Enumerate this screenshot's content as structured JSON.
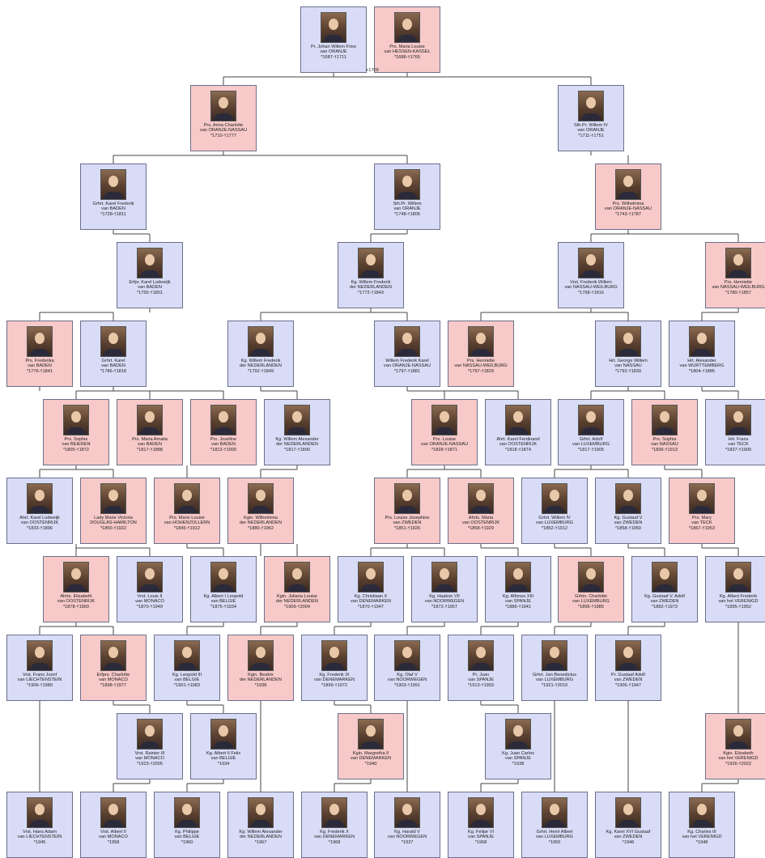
{
  "marriage_label": "+1709",
  "people": [
    {
      "id": "n1",
      "sex": "m",
      "name": "Pr. Johan Willem Friso",
      "house": "van ORANJE",
      "dates": "*1687-†1711"
    },
    {
      "id": "n2",
      "sex": "f",
      "name": "Prs. Maria Louise",
      "house": "van HESSEN-KASSEL",
      "dates": "*1688-†1765"
    },
    {
      "id": "n3",
      "sex": "f",
      "name": "Prs. Anna Charlotte",
      "house": "van ORANJE-NASSAU",
      "dates": "*1710-†1777"
    },
    {
      "id": "n4",
      "sex": "m",
      "name": "Sth.Pr. Willem IV",
      "house": "van ORANJE",
      "dates": "*1711-†1751"
    },
    {
      "id": "n5",
      "sex": "m",
      "name": "Grhrt. Karel Frederik",
      "house": "van BADEN",
      "dates": "*1728-†1811"
    },
    {
      "id": "n6",
      "sex": "m",
      "name": "Sth.Pr. Willem",
      "house": "van ORANJE",
      "dates": "*1748-†1806"
    },
    {
      "id": "n7",
      "sex": "f",
      "name": "Prs. Wilhelmina",
      "house": "van ORANJE-NASSAU",
      "dates": "*1743-†1787"
    },
    {
      "id": "n8",
      "sex": "m",
      "name": "Erfpr. Karel Lodewijk",
      "house": "van BADEN",
      "dates": "*1755-†1801"
    },
    {
      "id": "n9",
      "sex": "m",
      "name": "Kg. Willem Frederik",
      "house": "der NEDERLANDEN",
      "dates": "*1772-†1843"
    },
    {
      "id": "n10",
      "sex": "m",
      "name": "Vrst. Frederik Willem",
      "house": "van NASSAU-WEILBURG",
      "dates": "*1768-†1816"
    },
    {
      "id": "n11",
      "sex": "f",
      "name": "Prs. Henriette",
      "house": "van NASSAU-WEILBURG",
      "dates": "*1780-†1857"
    },
    {
      "id": "n12",
      "sex": "f",
      "name": "Prs. Frederika",
      "house": "van BADEN",
      "dates": "*1776-†1841"
    },
    {
      "id": "n13",
      "sex": "m",
      "name": "Grhrt. Karel",
      "house": "van BADEN",
      "dates": "*1786-†1818"
    },
    {
      "id": "n14",
      "sex": "m",
      "name": "Kg. Willem Frederik",
      "house": "der NEDERLANDEN",
      "dates": "*1792-†1849"
    },
    {
      "id": "n15",
      "sex": "m",
      "name": "Willem Frederik Karel",
      "house": "van ORANJE-NASSAU",
      "dates": "*1797-†1881"
    },
    {
      "id": "n16",
      "sex": "f",
      "name": "Prs. Henriette",
      "house": "van NASSAU-WEILBURG",
      "dates": "*1797-†1829"
    },
    {
      "id": "n17",
      "sex": "m",
      "name": "Hrt. George Willem",
      "house": "van NASSAU",
      "dates": "*1792-†1839"
    },
    {
      "id": "n18",
      "sex": "m",
      "name": "Hrt. Alexander",
      "house": "van WURTTEMBERG",
      "dates": "*1804-†1885"
    },
    {
      "id": "n19",
      "sex": "f",
      "name": "Prs. Sophie",
      "house": "van BEIEREN",
      "dates": "*1805-†1872"
    },
    {
      "id": "n20",
      "sex": "f",
      "name": "Prs. Maria Amalia",
      "house": "van BADEN",
      "dates": "*1817-†1888"
    },
    {
      "id": "n21",
      "sex": "f",
      "name": "Prs. Josefine",
      "house": "van BADEN",
      "dates": "*1813-†1900"
    },
    {
      "id": "n22",
      "sex": "m",
      "name": "Kg. Willem Alexander",
      "house": "der NEDERLANDEN",
      "dates": "*1817-†1890"
    },
    {
      "id": "n23",
      "sex": "f",
      "name": "Prs. Louise",
      "house": "van ORANJE-NASSAU",
      "dates": "*1828-†1871"
    },
    {
      "id": "n24",
      "sex": "m",
      "name": "Ahrt. Karel Ferdinand",
      "house": "van OOSTENRIJK",
      "dates": "*1818-†1874"
    },
    {
      "id": "n25",
      "sex": "m",
      "name": "Grhrt. Adolf",
      "house": "van LUXEMBURG",
      "dates": "*1817-†1905"
    },
    {
      "id": "n26",
      "sex": "f",
      "name": "Prs. Sophia",
      "house": "van NASSAU",
      "dates": "*1836-†1913"
    },
    {
      "id": "n27",
      "sex": "m",
      "name": "Hrt. Frans",
      "house": "van TECK",
      "dates": "*1837-†1900"
    },
    {
      "id": "n28",
      "sex": "m",
      "name": "Ahrt. Karel Lodewijk",
      "house": "van OOSTENRIJK",
      "dates": "*1833-†1896"
    },
    {
      "id": "n29",
      "sex": "f",
      "name": "Lady Marie Victoria",
      "house": "DOUGLAS-HAMILTON",
      "dates": "*1850-†1922"
    },
    {
      "id": "n30",
      "sex": "f",
      "name": "Prs. Marie Louise",
      "house": "van HOHENZOLLERN",
      "dates": "*1845-†1912"
    },
    {
      "id": "n31",
      "sex": "f",
      "name": "Kgin. Wilhelmina",
      "house": "der NEDERLANDEN",
      "dates": "*1880-†1962"
    },
    {
      "id": "n32",
      "sex": "f",
      "name": "Prs. Louise Josephine",
      "house": "van ZWEDEN",
      "dates": "*1851-†1926"
    },
    {
      "id": "n33",
      "sex": "f",
      "name": "Ahrts. Maria",
      "house": "van OOSTENRIJK",
      "dates": "*1858-†1929"
    },
    {
      "id": "n34",
      "sex": "m",
      "name": "Grhrt. Willem IV",
      "house": "van LUXEMBURG",
      "dates": "*1852-†1912"
    },
    {
      "id": "n35",
      "sex": "m",
      "name": "Kg. Gustaaf V",
      "house": "van ZWEDEN",
      "dates": "*1858-†1950"
    },
    {
      "id": "n36",
      "sex": "f",
      "name": "Prs. Mary",
      "house": "van TECK",
      "dates": "*1867-†1953"
    },
    {
      "id": "n37",
      "sex": "f",
      "name": "Ahrts. Elisabeth",
      "house": "van OOSTENRIJK",
      "dates": "*1878-†1960"
    },
    {
      "id": "n38",
      "sex": "m",
      "name": "Vrst. Louis II",
      "house": "van MONACO",
      "dates": "*1870-†1949"
    },
    {
      "id": "n39",
      "sex": "m",
      "name": "Kg. Albert I Leopold",
      "house": "van BELGIE",
      "dates": "*1875-†1934"
    },
    {
      "id": "n40",
      "sex": "f",
      "name": "Kgin. Juliana Louise",
      "house": "der NEDERLANDEN",
      "dates": "*1909-†2004"
    },
    {
      "id": "n41",
      "sex": "m",
      "name": "Kg. Christiaan X",
      "house": "van DENEMARKEN",
      "dates": "*1870-†1947"
    },
    {
      "id": "n42",
      "sex": "m",
      "name": "Kg. Haakon VII",
      "house": "van NOORWEGEN",
      "dates": "*1872-†1957"
    },
    {
      "id": "n43",
      "sex": "m",
      "name": "Kg. Alfonso XIII",
      "house": "van SPANJE",
      "dates": "*1886-†1941"
    },
    {
      "id": "n44",
      "sex": "f",
      "name": "Grhtn. Charlotte",
      "house": "van LUXEMBURG",
      "dates": "*1896-†1985"
    },
    {
      "id": "n45",
      "sex": "m",
      "name": "Kg. Gustaaf V. Adolf",
      "house": "van ZWEDEN",
      "dates": "*1882-†1973"
    },
    {
      "id": "n46",
      "sex": "m",
      "name": "Kg. Albert Frederik",
      "house": "van het VERENIGD",
      "dates": "*1895-†1952"
    },
    {
      "id": "n47",
      "sex": "m",
      "name": "Vrst. Frans Jozef",
      "house": "van LIECHTENSTEIN",
      "dates": "*1906-†1989"
    },
    {
      "id": "n48",
      "sex": "f",
      "name": "Erfprs. Charlotte",
      "house": "van MONACO",
      "dates": "*1898-†1977"
    },
    {
      "id": "n49",
      "sex": "m",
      "name": "Kg. Leopold III",
      "house": "van BELGIE",
      "dates": "*1901-†1983"
    },
    {
      "id": "n50",
      "sex": "f",
      "name": "Kgin. Beatrix",
      "house": "der NEDERLANDEN",
      "dates": "*1938"
    },
    {
      "id": "n51",
      "sex": "m",
      "name": "Kg. Frederik IX",
      "house": "van DENEMARKEN",
      "dates": "*1899-†1972"
    },
    {
      "id": "n52",
      "sex": "m",
      "name": "Kg. Olaf V",
      "house": "van NOORWEGEN",
      "dates": "*1903-†1991"
    },
    {
      "id": "n53",
      "sex": "m",
      "name": "Pr. Juan",
      "house": "van SPANJE",
      "dates": "*1913-†1993"
    },
    {
      "id": "n54",
      "sex": "m",
      "name": "Grhrt. Jan Benedictus",
      "house": "van LUXEMBURG",
      "dates": "*1921-†2019"
    },
    {
      "id": "n55",
      "sex": "m",
      "name": "Pr. Gustaaf Adolf",
      "house": "van ZWEDEN",
      "dates": "*1906-†1947"
    },
    {
      "id": "n56",
      "sex": "m",
      "name": "Vrst. Rainier III",
      "house": "van MONACO",
      "dates": "*1923-†2005"
    },
    {
      "id": "n57",
      "sex": "m",
      "name": "Kg. Albert II Felix",
      "house": "van BELGIE",
      "dates": "*1934"
    },
    {
      "id": "n58",
      "sex": "f",
      "name": "Kgin. Margretha II",
      "house": "van DENEMARKEN",
      "dates": "*1940"
    },
    {
      "id": "n59",
      "sex": "m",
      "name": "Kg. Juan Carlos",
      "house": "van SPANJE",
      "dates": "*1938"
    },
    {
      "id": "n60",
      "sex": "f",
      "name": "Kgin. Elizabeth",
      "house": "van het VERENIGD",
      "dates": "*1926-†2022"
    },
    {
      "id": "n61",
      "sex": "m",
      "name": "Vrst. Hans Adam",
      "house": "van LIECHTENSTEIN",
      "dates": "*1945"
    },
    {
      "id": "n62",
      "sex": "m",
      "name": "Vrst. Albert II",
      "house": "van MONACO",
      "dates": "*1958"
    },
    {
      "id": "n63",
      "sex": "m",
      "name": "Kg. Philippe",
      "house": "van BELGIE",
      "dates": "*1960"
    },
    {
      "id": "n64",
      "sex": "m",
      "name": "Kg. Willem Alexander",
      "house": "der NEDERLANDEN",
      "dates": "*1967"
    },
    {
      "id": "n65",
      "sex": "m",
      "name": "Kg. Frederik X",
      "house": "van DENEMARKEN",
      "dates": "*1968"
    },
    {
      "id": "n66",
      "sex": "m",
      "name": "Kg. Harald V",
      "house": "van NOORWEGEN",
      "dates": "*1937"
    },
    {
      "id": "n67",
      "sex": "m",
      "name": "Kg. Felipe VI",
      "house": "van SPANJE",
      "dates": "*1968"
    },
    {
      "id": "n68",
      "sex": "m",
      "name": "Grhrt. Henri Albert",
      "house": "van LUXEMBURG",
      "dates": "*1955"
    },
    {
      "id": "n69",
      "sex": "m",
      "name": "Kg. Karel XVI Gustaaf",
      "house": "van ZWEDEN",
      "dates": "*1946"
    },
    {
      "id": "n70",
      "sex": "m",
      "name": "Kg. Charles III",
      "house": "van het VERENIGD",
      "dates": "*1948"
    }
  ]
}
